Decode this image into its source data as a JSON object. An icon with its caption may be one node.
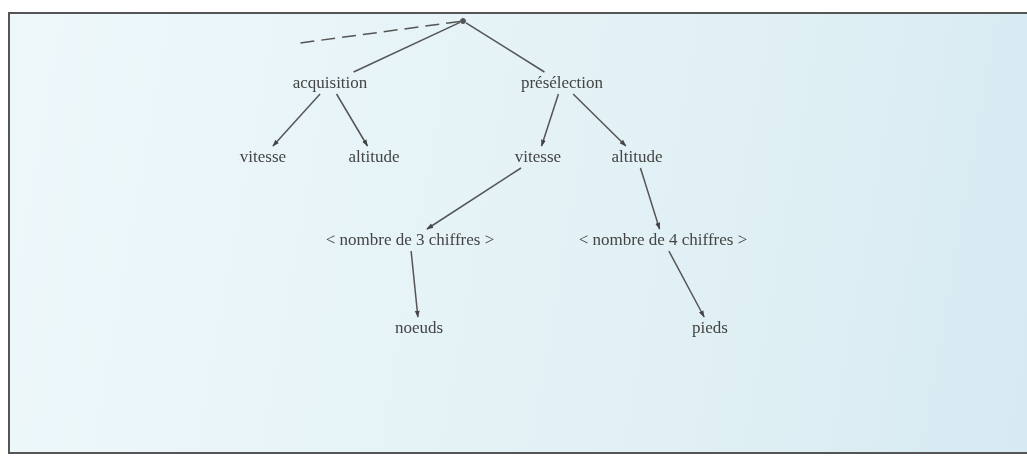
{
  "diagram": {
    "nodes": [
      {
        "text": [],
        "shape": "point"
      },
      {
        "text": [
          "acquisition"
        ]
      },
      {
        "text": [
          "présélection"
        ]
      },
      {
        "text": [
          "vitesse"
        ]
      },
      {
        "text": [
          "altitude"
        ]
      },
      {
        "text": [
          "vitesse"
        ]
      },
      {
        "text": [
          "altitude"
        ]
      },
      {
        "text": [
          "< nombre de 3 chiffres >"
        ]
      },
      {
        "text": [
          "< nombre de 4 chiffres >"
        ]
      },
      {
        "text": [
          "noeuds"
        ]
      },
      {
        "text": [
          "pieds"
        ]
      }
    ],
    "edges": [
      {
        "from": 0,
        "to": 1,
        "arrow": "none"
      },
      {
        "from": 0,
        "to": 2,
        "arrow": "none"
      },
      {
        "from": 0,
        "to": null,
        "arrow": "none",
        "style": "dashed"
      },
      {
        "from": 1,
        "to": 3,
        "arrow": "to"
      },
      {
        "from": 1,
        "to": 4,
        "arrow": "to"
      },
      {
        "from": 2,
        "to": 5,
        "arrow": "to"
      },
      {
        "from": 2,
        "to": 6,
        "arrow": "to"
      },
      {
        "from": 5,
        "to": 7,
        "arrow": "to"
      },
      {
        "from": 6,
        "to": 8,
        "arrow": "to"
      },
      {
        "from": 7,
        "to": 9,
        "arrow": "to"
      },
      {
        "from": 8,
        "to": 10,
        "arrow": "to"
      }
    ]
  }
}
